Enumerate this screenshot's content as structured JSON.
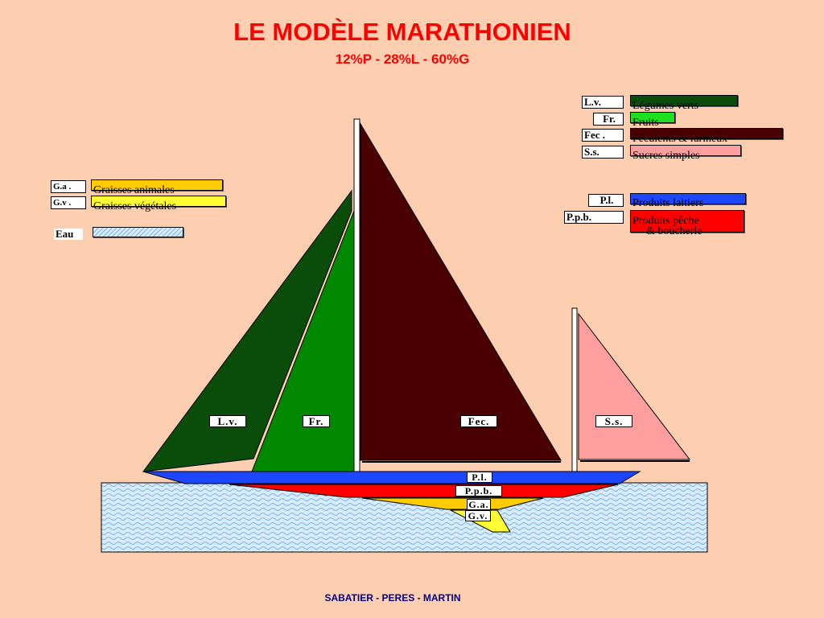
{
  "title": "LE MODÈLE MARATHONIEN",
  "subtitle": "12%P - 28%L - 60%G",
  "footer": "SABATIER - PERES - MARTIN",
  "colors": {
    "background": "#fdcfb0",
    "legumes_verts": "#0a4d0a",
    "fruits": "#1fe01f",
    "feculents": "#4a0000",
    "sucres": "#ff9e9e",
    "laitiers": "#1c46ff",
    "peche": "#ff0000",
    "graisses_animales": "#ffcc00",
    "graisses_vegetales": "#ffff33",
    "eau": "#d8ecff"
  },
  "legend_left": [
    {
      "abbr": "G.a   .",
      "label": "Graisses animales",
      "color": "#ffcc00"
    },
    {
      "abbr": "G.v   .",
      "label": "Graisses végétales",
      "color": "#ffff33"
    },
    {
      "abbr": "Eau",
      "label": "",
      "color": "#d8ecff"
    }
  ],
  "legend_right": [
    {
      "abbr": "L.v.",
      "label": "Légumes verts",
      "color": "#0a4d0a"
    },
    {
      "abbr": "Fr.",
      "label": "Fruits",
      "color": "#1fe01f"
    },
    {
      "abbr": "Fec   .",
      "label": "Féculents & farineux",
      "color": "#4a0000"
    },
    {
      "abbr": "S.s.",
      "label": "Sucres simples",
      "color": "#ff9e9e"
    },
    {
      "abbr": "P.l.",
      "label": "Produits laitiers",
      "color": "#1c46ff"
    },
    {
      "abbr": "P.p.b.",
      "label": "Produits pêche",
      "label2": "& boucherie",
      "color": "#ff0000"
    }
  ],
  "sail_labels": {
    "lv": "L.v.",
    "fr": "Fr.",
    "fec": "Fec.",
    "ss": "S.s."
  },
  "hull_labels": {
    "pl": "P.l.",
    "ppb": "P.p.b.",
    "ga": "G.a.",
    "gv": "G.v."
  }
}
